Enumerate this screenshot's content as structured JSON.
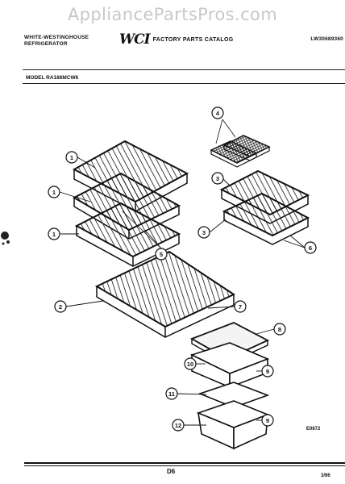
{
  "watermark": "AppliancePartsPros.com",
  "header": {
    "brand_line1": "WHITE-WESTINGHOUSE",
    "brand_line2": "REFRIGERATOR",
    "logo": "WCI",
    "catalog": "FACTORY PARTS CATALOG",
    "doc_number": "LW30689360"
  },
  "model": "MODEL RA186MCW6",
  "figure_code": "E0672",
  "page_number": "D6",
  "date": "3/96",
  "callouts": {
    "c1a": "1",
    "c1b": "1",
    "c1c": "1",
    "c2": "2",
    "c3a": "3",
    "c3b": "3",
    "c4": "4",
    "c5": "5",
    "c6": "6",
    "c7": "7",
    "c8": "8",
    "c9a": "9",
    "c9b": "9",
    "c10": "10",
    "c11": "11",
    "c12": "12"
  }
}
